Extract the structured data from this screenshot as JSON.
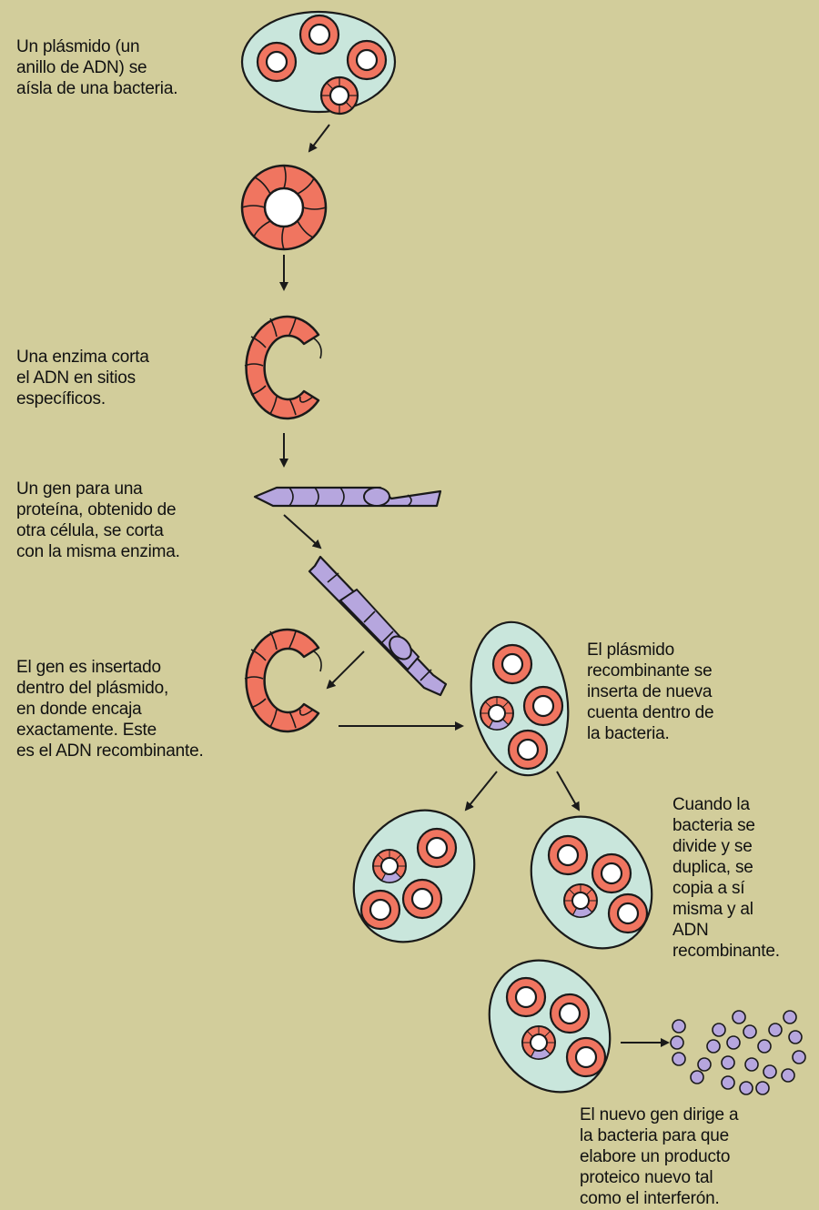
{
  "colors": {
    "background": "#d2cd9b",
    "cell_fill": "#c9e6dc",
    "plasmid": "#f07560",
    "gene": "#b6a6de",
    "outline": "#1a1a1a"
  },
  "captions": {
    "step1": [
      "Un plásmido (un",
      "anillo de ADN) se",
      "aísla de una bacteria."
    ],
    "step2": [
      "Una enzima corta",
      "el ADN en sitios",
      "específicos."
    ],
    "step3": [
      "Un gen para una",
      "proteína, obtenido de",
      "otra célula, se corta",
      "con la misma enzima."
    ],
    "step4": [
      "El gen es insertado",
      "dentro del plásmido,",
      "en donde encaja",
      "exactamente. Este",
      "es el ADN recombinante."
    ],
    "step5": [
      "El plásmido",
      "recombinante se",
      "inserta de nueva",
      "cuenta dentro de",
      "la bacteria."
    ],
    "step6": [
      "Cuando la",
      "bacteria se",
      "divide y se",
      "duplica, se",
      "copia a sí",
      "misma y al",
      "ADN",
      "recombinante."
    ],
    "step7": [
      "El nuevo gen dirige a",
      "la bacteria para que",
      "elabore un producto",
      "proteico nuevo tal",
      "como el interferón."
    ]
  },
  "icons": [
    "bacterium-icon",
    "plasmid-ring-icon",
    "cut-plasmid-icon",
    "gene-segment-icon",
    "protein-molecule-icon",
    "arrow-icon"
  ]
}
